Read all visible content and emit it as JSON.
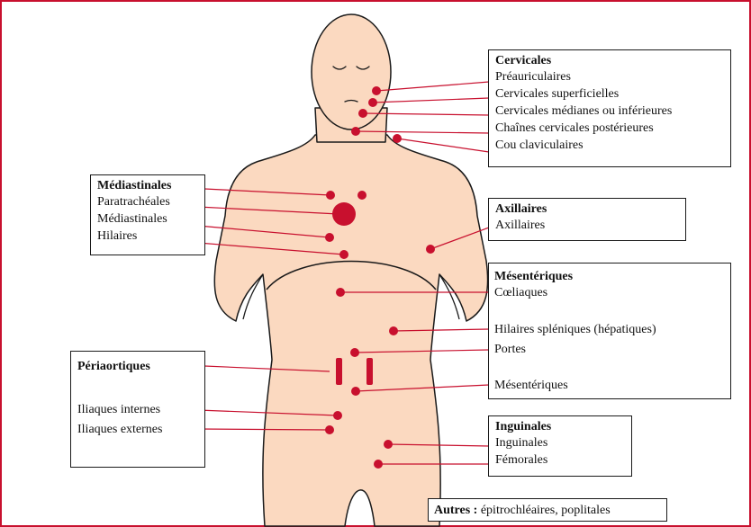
{
  "colors": {
    "frame": "#c8102e",
    "skin": "#fbd9c0",
    "outline": "#1a1a1a",
    "node": "#c8102e",
    "leader": "#c8102e"
  },
  "groups": {
    "cervicales": {
      "title": "Cervicales",
      "items": [
        "Préauriculaires",
        "Cervicales superficielles",
        "Cervicales médianes ou inférieures",
        "Chaînes cervicales postérieures",
        "Cou claviculaires"
      ]
    },
    "mediastinales": {
      "title": "Médiastinales",
      "items": [
        "Paratrachéales",
        "Médiastinales",
        "Hilaires"
      ]
    },
    "axillaires": {
      "title": "Axillaires",
      "items": [
        "Axillaires"
      ]
    },
    "mesenteriques": {
      "title": "Mésentériques",
      "items": [
        "Cœliaques",
        "Hilaires spléniques (hépatiques)",
        "Portes",
        "Mésentériques"
      ]
    },
    "periaortiques": {
      "title": "Périaortiques",
      "items": [
        "Iliaques internes",
        "Iliaques externes"
      ]
    },
    "inguinales": {
      "title": "Inguinales",
      "items": [
        "Inguinales",
        "Fémorales"
      ]
    },
    "autres": {
      "title": "Autres :",
      "text": " épitrochléaires, poplitales"
    }
  }
}
